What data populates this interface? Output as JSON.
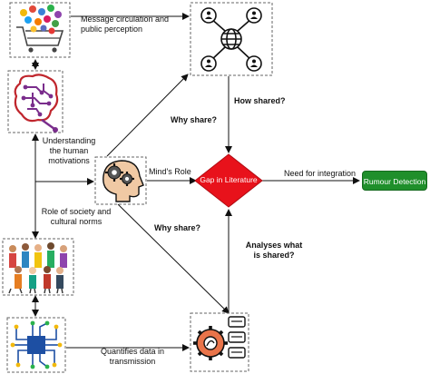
{
  "labels": {
    "message_circulation": "Message circulation and public perception",
    "how_shared": "How shared?",
    "why_share_top": "Why share?",
    "understanding": "Understanding the human motivations",
    "minds_role": "Mind's Role",
    "gap": "Gap in Literature",
    "need_integration": "Need for integration",
    "rumour": "Rumour Detection",
    "role_society": "Role of society and cultural norms",
    "why_share_bottom": "Why share?",
    "analyses": "Analyses what is shared?",
    "quantifies": "Quantifies data in transmission"
  },
  "colors": {
    "gap_fill": "#e8121b",
    "rumour_fill": "#1f8f2b",
    "brain_purple": "#7a2d8c",
    "brain_red": "#c0262d",
    "gear_orange": "#e9744a",
    "circuit_blue": "#1d4fa3"
  },
  "icons": {
    "social_media": "social-media-cart-icon",
    "network": "network-globe-icon",
    "brain": "brain-circuit-icon",
    "mind": "head-gears-icon",
    "people": "crowd-people-icon",
    "circuit": "circuit-board-icon",
    "analysis": "gear-chat-analysis-icon"
  }
}
